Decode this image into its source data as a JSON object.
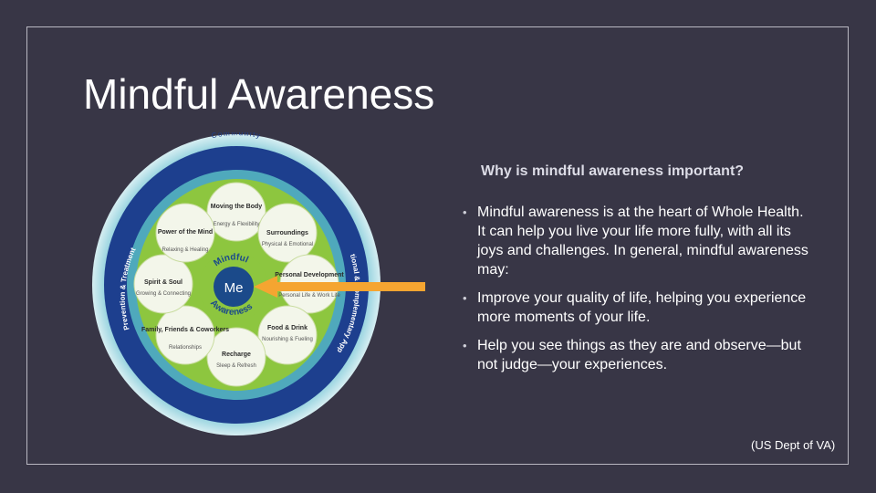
{
  "title": "Mindful Awareness",
  "subheading": "Why is mindful awareness important?",
  "bullets": [
    "Mindful awareness is at the heart of Whole Health. It can help you live your life more fully, with all its joys and challenges. In general, mindful awareness may:",
    "Improve your quality of life, helping you experience more moments of your life.",
    "Help you see things as they are and observe—but not judge—your experiences."
  ],
  "citation": "(US Dept of VA)",
  "wheel": {
    "outer_ring_label": "Community",
    "left_ring_label": "Prevention & Treatment",
    "right_ring_label": "Conventional & Complementary Approaches",
    "center_label": "Me",
    "mindful_label": "Mindful",
    "awareness_label": "Awareness",
    "segments": [
      {
        "title": "Moving the Body",
        "sub": "Energy & Flexibility"
      },
      {
        "title": "Surroundings",
        "sub": "Physical & Emotional"
      },
      {
        "title": "Personal Development",
        "sub": "Personal Life & Work Life"
      },
      {
        "title": "Food & Drink",
        "sub": "Nourishing & Fueling"
      },
      {
        "title": "Recharge",
        "sub": "Sleep & Refresh"
      },
      {
        "title": "Family, Friends & Coworkers",
        "sub": "Relationships"
      },
      {
        "title": "Spirit & Soul",
        "sub": "Growing & Connecting"
      },
      {
        "title": "Power of the Mind",
        "sub": "Relaxing & Healing"
      }
    ],
    "colors": {
      "outer_ring": "#1d3f8e",
      "teal_ring": "#47a4b8",
      "green_disc": "#8dc63f",
      "petal": "#f3f6ea",
      "center": "#1b4a8a",
      "arrow": "#f5a531"
    }
  }
}
